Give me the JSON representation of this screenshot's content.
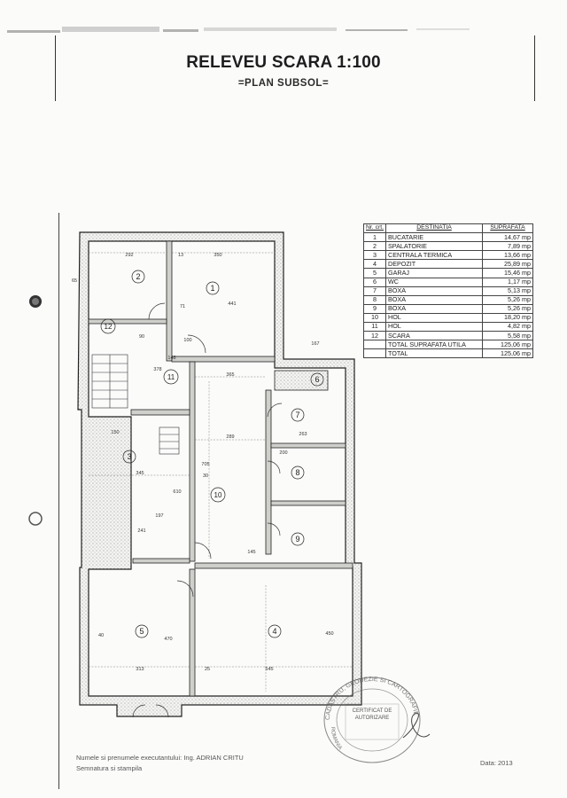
{
  "header": {
    "title": "RELEVEU SCARA 1:100",
    "subtitle": "=PLAN SUBSOL="
  },
  "area_table": {
    "headers": [
      "Nr. crt.",
      "DESTINATIA",
      "SUPRAFATA"
    ],
    "rows": [
      {
        "nr": "1",
        "dest": "BUCATARIE",
        "sup": "14,67 mp"
      },
      {
        "nr": "2",
        "dest": "SPALATORIE",
        "sup": "7,89 mp"
      },
      {
        "nr": "3",
        "dest": "CENTRALA TERMICA",
        "sup": "13,66 mp"
      },
      {
        "nr": "4",
        "dest": "DEPOZIT",
        "sup": "25,89 mp"
      },
      {
        "nr": "5",
        "dest": "GARAJ",
        "sup": "15,46 mp"
      },
      {
        "nr": "6",
        "dest": "WC",
        "sup": "1,17 mp"
      },
      {
        "nr": "7",
        "dest": "BOXA",
        "sup": "5,13 mp"
      },
      {
        "nr": "8",
        "dest": "BOXA",
        "sup": "5,26 mp"
      },
      {
        "nr": "9",
        "dest": "BOXA",
        "sup": "5,26 mp"
      },
      {
        "nr": "10",
        "dest": "HOL",
        "sup": "18,20 mp"
      },
      {
        "nr": "11",
        "dest": "HOL",
        "sup": "4,82 mp"
      },
      {
        "nr": "12",
        "dest": "SCARA",
        "sup": "5,58 mp"
      },
      {
        "nr": "",
        "dest": "TOTAL SUPRAFATA UTILA",
        "sup": "125,06 mp"
      },
      {
        "nr": "",
        "dest": "TOTAL",
        "sup": "125,06 mp"
      }
    ]
  },
  "plan": {
    "room_numbers": [
      "1",
      "2",
      "3",
      "4",
      "5",
      "6",
      "7",
      "8",
      "9",
      "10",
      "11",
      "12"
    ],
    "dimensions": [
      "292",
      "350",
      "13",
      "441",
      "71",
      "90",
      "100",
      "148",
      "378",
      "365",
      "167",
      "289",
      "705",
      "30",
      "345",
      "150",
      "197",
      "610",
      "241",
      "145",
      "263",
      "200",
      "313",
      "25",
      "545",
      "470",
      "450",
      "40",
      "65"
    ]
  },
  "footer": {
    "executant": "Numele si prenumele executantului: Ing. ADRIAN CRITU",
    "signature": "Semnatura si stampila",
    "date": "Data: 2013"
  },
  "stamp": {
    "ring_top": "CADASTRU, GEODEZIE SI CARTOGRAFIE",
    "center": "CERTIFICAT DE AUTORIZARE",
    "ring_bottom": "ROMANIA"
  }
}
